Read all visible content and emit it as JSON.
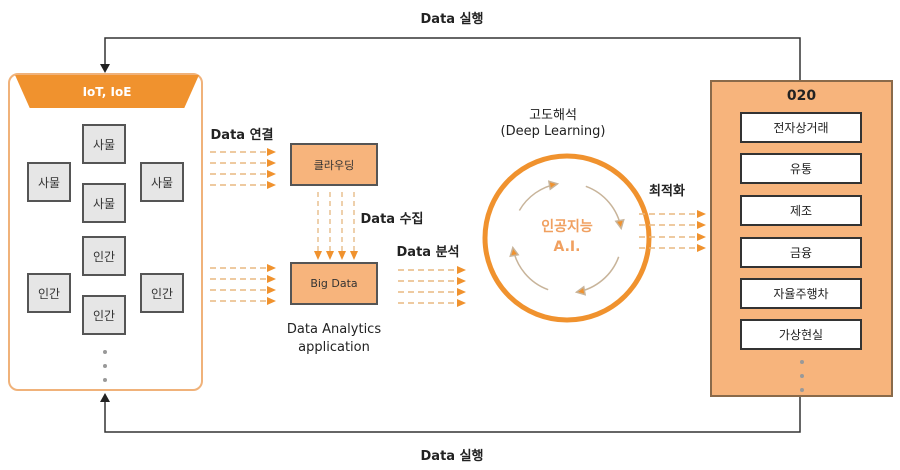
{
  "feedback": {
    "top_label": "Data 실행",
    "bottom_label": "Data 실행"
  },
  "left_panel": {
    "title": "IoT, IoE",
    "things": [
      "사물",
      "사물",
      "사물",
      "사물"
    ],
    "humans": [
      "인간",
      "인간",
      "인간",
      "인간"
    ]
  },
  "flow": {
    "connect_label": "Data 연결",
    "cloud": "클라우딩",
    "collect_label": "Data 수집",
    "bigdata": "Big Data",
    "app_line1": "Data Analytics",
    "app_line2": "application",
    "analyze_label": "Data 분석"
  },
  "ai": {
    "title": "고도해석",
    "subtitle": "(Deep Learning)",
    "center_line1": "인공지능",
    "center_line2": "A.I.",
    "optimize_label": "최적화"
  },
  "o2o": {
    "title": "020",
    "items": [
      "전자상거래",
      "유통",
      "제조",
      "금융",
      "자율주행차",
      "가상현실"
    ]
  },
  "colors": {
    "accent": "#f0922e",
    "fill": "#f7b47c"
  }
}
